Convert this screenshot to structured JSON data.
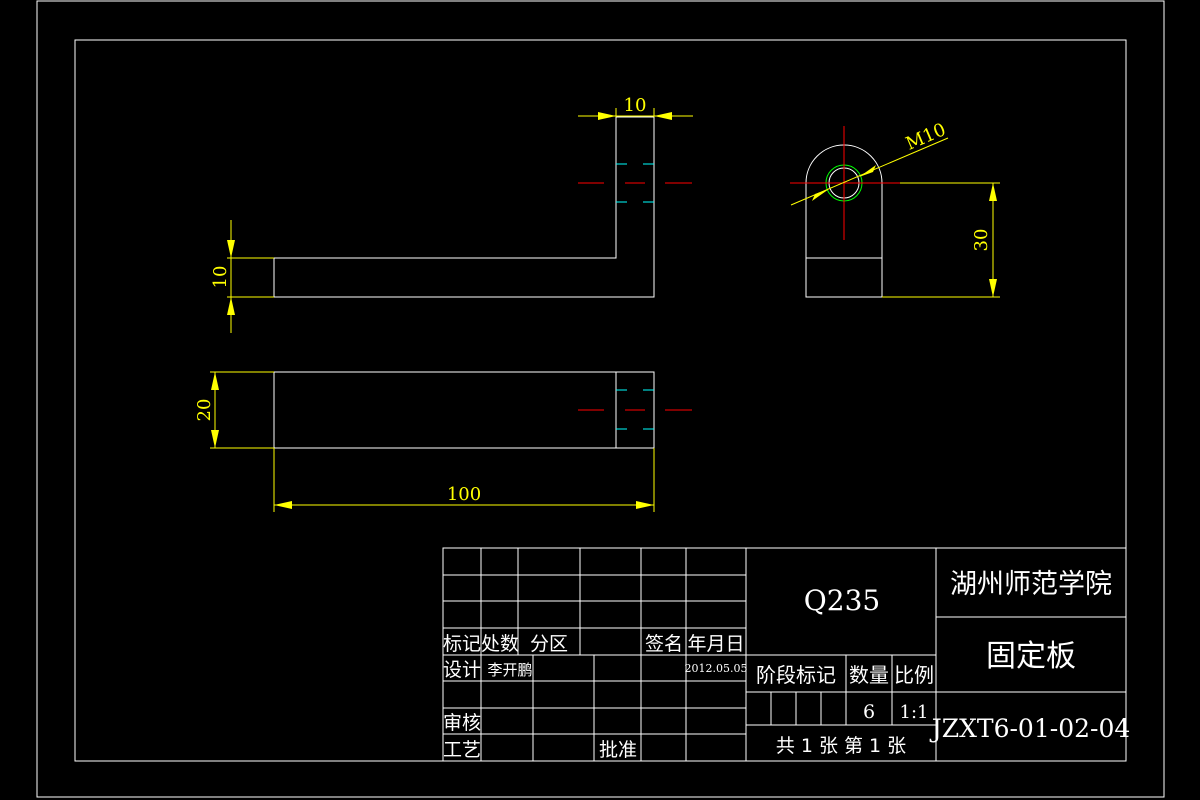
{
  "dimensions": {
    "top_width": "10",
    "left_height": "10",
    "bottom_height": "20",
    "length": "100",
    "right_height": "30",
    "thread": "M10"
  },
  "title_block": {
    "material": "Q235",
    "school": "湖州师范学院",
    "part_name": "固定板",
    "drawing_no": "JZXT6-01-02-04",
    "headers": {
      "mark": "标记",
      "count": "处数",
      "zone": "分区",
      "signature": "签名",
      "date": "年月日"
    },
    "design_label": "设计",
    "designer": "李开鹏",
    "design_date": "2012.05.05",
    "review_label": "审核",
    "process_label": "工艺",
    "approve_label": "批准",
    "stage_mark_label": "阶段标记",
    "quantity_label": "数量",
    "scale_label": "比例",
    "quantity": "6",
    "scale": "1:1",
    "sheet_info": "共 1 张 第 1 张"
  }
}
